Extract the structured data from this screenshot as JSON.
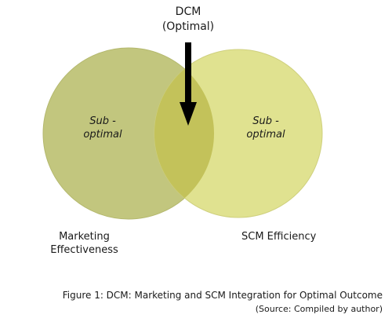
{
  "top_label": {
    "line1": "DCM",
    "line2": "(Optimal)"
  },
  "left_circle": {
    "inner_line1": "Sub -",
    "inner_line2": "optimal",
    "name_line1": "Marketing",
    "name_line2": "Effectiveness",
    "color": "#c2c67e"
  },
  "right_circle": {
    "inner_line1": "Sub -",
    "inner_line2": "optimal",
    "name": "SCM Efficiency",
    "color": "#e0e290"
  },
  "overlap_color": "#c3c25a",
  "arrow_color": "#000000",
  "caption": "Figure 1: DCM: Marketing and SCM Integration for Optimal Outcome",
  "source": "(Source: Compiled by author)"
}
